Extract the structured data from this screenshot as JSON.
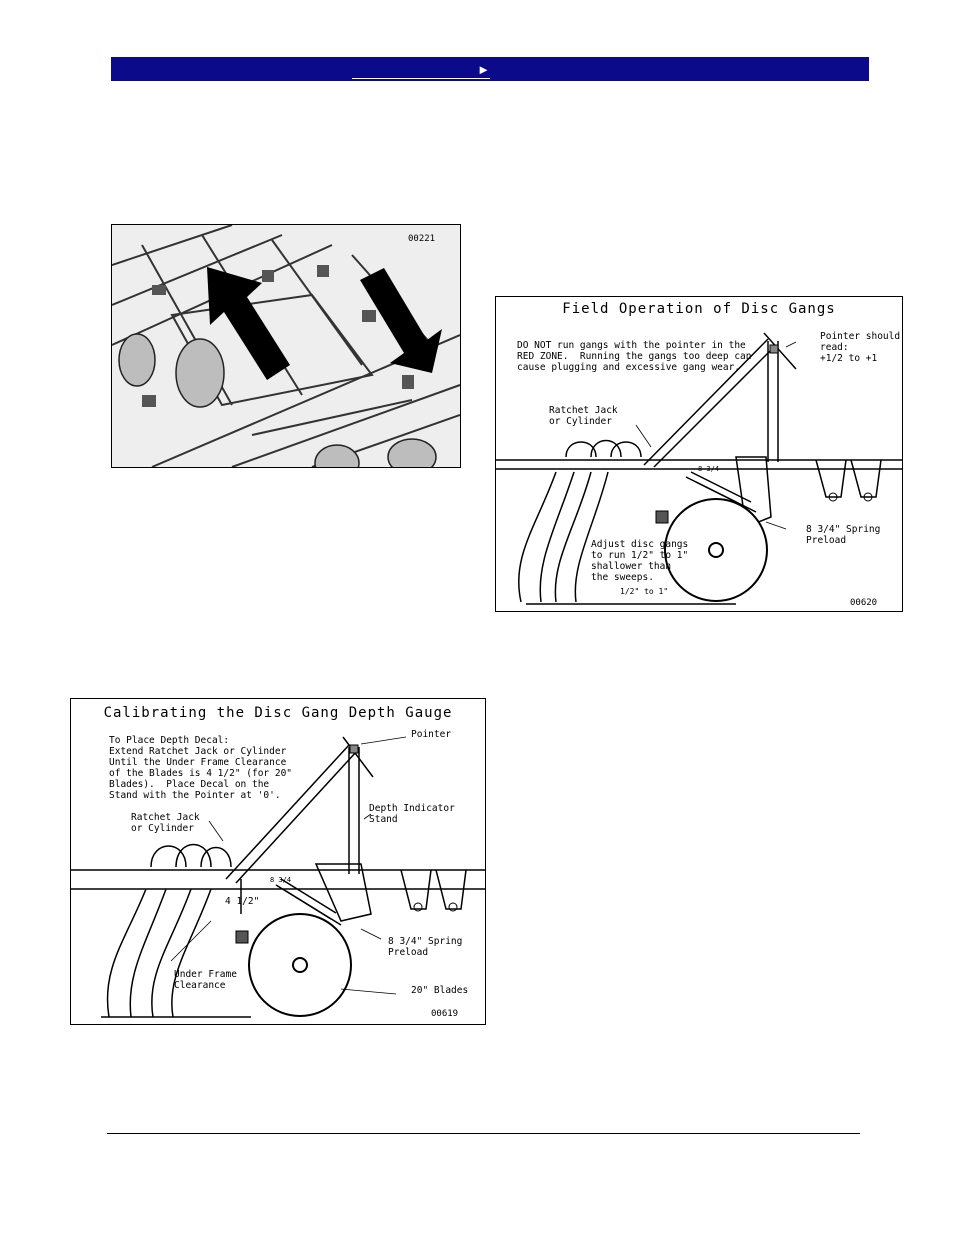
{
  "header": {
    "nav_arrow": "►"
  },
  "figures": {
    "photo": {
      "number": "00221"
    },
    "field_operation": {
      "title": "Field Operation of Disc Gangs",
      "number": "00620",
      "warning": "DO NOT run gangs with the pointer in the\nRED ZONE.  Running the gangs too deep can\ncause plugging and excessive gang wear.",
      "pointer_note": "Pointer should\nread:\n+1/2 to +1",
      "ratchet_label": "Ratchet Jack\nor Cylinder",
      "spring_label": "8 3/4\" Spring\nPreload",
      "adjust_note": "Adjust disc gangs\nto run 1/2\" to 1\"\nshallower than\nthe sweeps.",
      "depth_label": "1/2\" to 1\"",
      "gauge_mark": "8 3/4"
    },
    "calibrating": {
      "title": "Calibrating the Disc Gang Depth Gauge",
      "number": "00619",
      "instructions": "To Place Depth Decal:\nExtend Ratchet Jack or Cylinder\nUntil the Under Frame Clearance\nof the Blades is 4 1/2\" (for 20\"\nBlades).  Place Decal on the\nStand with the Pointer at '0'.",
      "pointer_label": "Pointer",
      "stand_label": "Depth Indicator\nStand",
      "ratchet_label": "Ratchet Jack\nor Cylinder",
      "clearance_value": "4 1/2\"",
      "spring_label": "8 3/4\" Spring\nPreload",
      "under_frame_label": "Under Frame\nClearance",
      "blades_label": "20\" Blades",
      "gauge_mark": "8 3/4"
    }
  }
}
